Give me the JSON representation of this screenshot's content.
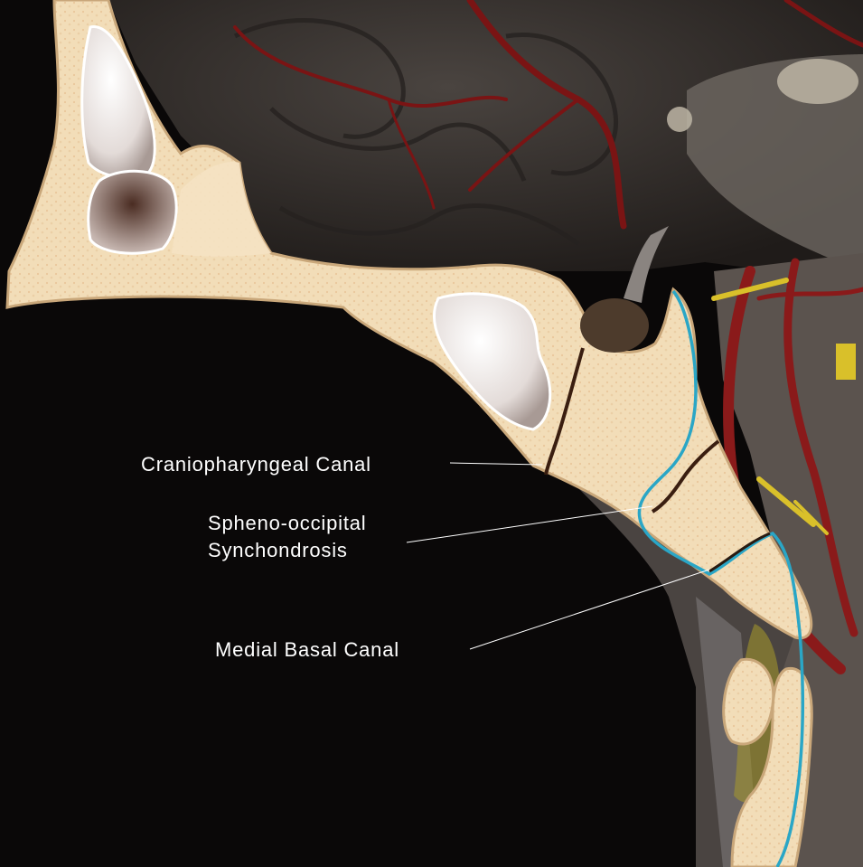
{
  "diagram": {
    "labels": {
      "craniopharyngeal_canal": "Craniopharyngeal Canal",
      "spheno_occipital_line1": "Spheno-occipital",
      "spheno_occipital_line2": "Synchondrosis",
      "medial_basal_canal": "Medial Basal Canal"
    },
    "colors": {
      "background": "#0a0808",
      "bone": "#f2ddb8",
      "bone_edge": "#c9a77a",
      "brain": "#3b3632",
      "vessel": "#7a1414",
      "nasopharyngeal_contour": "#2aa6c6",
      "sinus": "#e9e4e2",
      "nerve": "#d9c02a"
    }
  }
}
